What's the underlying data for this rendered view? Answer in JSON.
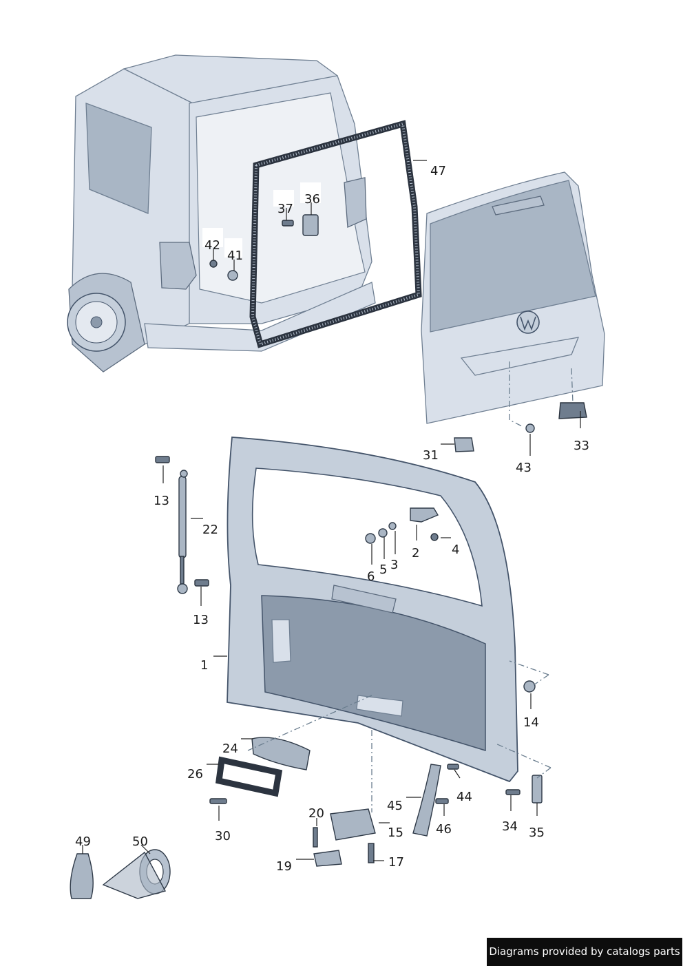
{
  "labels": {
    "l1": "1",
    "l2": "2",
    "l3": "3",
    "l4": "4",
    "l5": "5",
    "l6": "6",
    "l13a": "13",
    "l13b": "13",
    "l14": "14",
    "l15": "15",
    "l17": "17",
    "l19": "19",
    "l20": "20",
    "l22": "22",
    "l24": "24",
    "l26": "26",
    "l30": "30",
    "l31": "31",
    "l33": "33",
    "l34": "34",
    "l35": "35",
    "l36": "36",
    "l37": "37",
    "l41": "41",
    "l42": "42",
    "l43": "43",
    "l44": "44",
    "l45": "45",
    "l46": "46",
    "l47": "47",
    "l49": "49",
    "l50": "50"
  },
  "credit": "Diagrams provided by catalogs parts",
  "colors": {
    "body": "#d9e0ea",
    "outline": "#44546a",
    "seal": "#2c3440"
  }
}
